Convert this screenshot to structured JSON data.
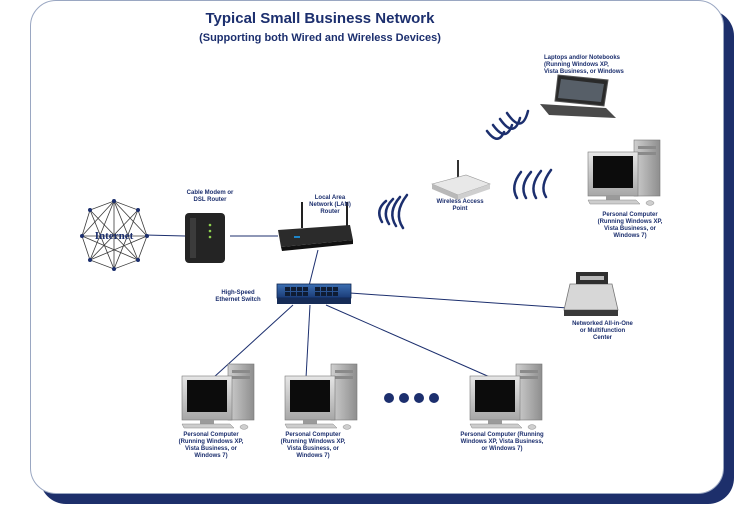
{
  "title": "Typical Small Business Network",
  "subtitle": "(Supporting both Wired and Wireless Devices)",
  "nodes": {
    "internet": "Internet",
    "modem": [
      "Cable Modem or",
      "DSL Router"
    ],
    "router": [
      "Local Area",
      "Network (LAN)",
      "Router"
    ],
    "access_point": [
      "Wireless Access",
      "Point"
    ],
    "laptop": [
      "Laptops and/or Notebooks",
      "(Running Windows XP,",
      "Vista Business, or Windows"
    ],
    "pc_wireless": [
      "Personal Computer",
      "(Running Windows XP,",
      "Vista Business, or",
      "Windows 7)"
    ],
    "switch": [
      "High-Speed",
      "Ethernet Switch"
    ],
    "mfp": [
      "Networked All-in-One",
      "or Multifunction",
      "Center"
    ],
    "pc1": [
      "Personal Computer",
      "(Running Windows XP,",
      "Vista Business, or",
      "Windows 7)"
    ],
    "pc2": [
      "Personal Computer",
      "(Running Windows XP,",
      "Vista Business, or",
      "Windows 7)"
    ],
    "pc3": [
      "Personal Computer (Running",
      "Windows XP, Vista Business,",
      "or Windows 7)"
    ]
  },
  "colors": {
    "accent": "#1c2f6e",
    "border": "#1d2f6b"
  }
}
